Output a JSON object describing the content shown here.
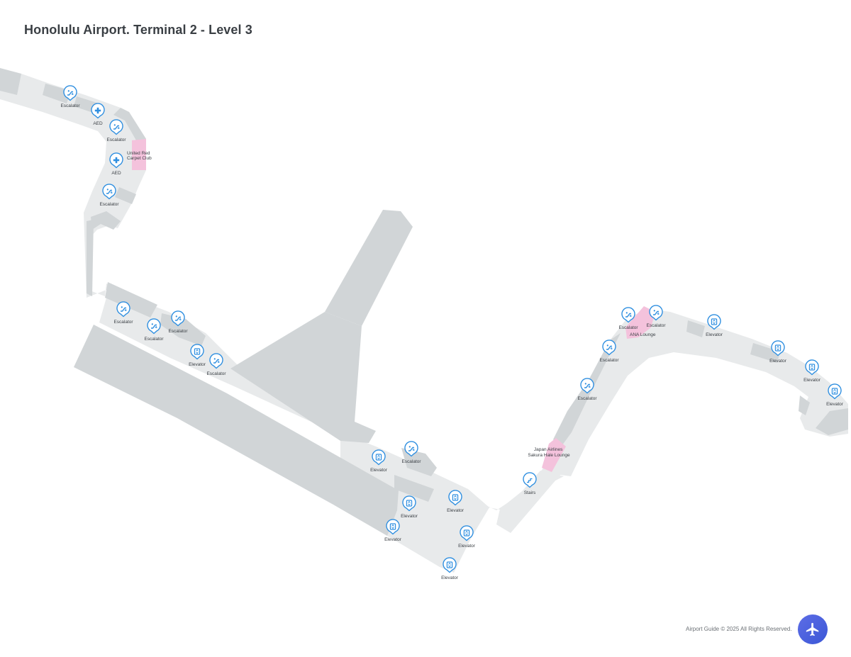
{
  "title": "Honolulu Airport. Terminal 2  - Level 3",
  "footer": {
    "copyright": "Airport Guide © 2025 All Rights Reserved."
  },
  "brand_icon": "airplane-icon",
  "colors": {
    "walkway": "#e8eaeb",
    "building": "#d1d5d7",
    "lounge": "#f4c2dc",
    "marker": "#2f8fe0",
    "brand": "#4a5fe0"
  },
  "lounges": [
    {
      "name": "United Red Carpet Club",
      "lines": [
        "United Red",
        "Carpet Club"
      ]
    },
    {
      "name": "ANA Lounge",
      "lines": [
        "ANA Lounge"
      ]
    },
    {
      "name": "Japan Airlines Sakura Hale Lounge",
      "lines": [
        "Japan Airlines",
        "Sakura Hale Lounge"
      ]
    }
  ],
  "pois": [
    {
      "type": "escalator",
      "icon": "escalator-icon",
      "label": "Escalator"
    },
    {
      "type": "aed",
      "icon": "aed-icon",
      "label": "AED"
    },
    {
      "type": "escalator",
      "icon": "escalator-icon",
      "label": "Escalator"
    },
    {
      "type": "aed",
      "icon": "aed-icon",
      "label": "AED"
    },
    {
      "type": "escalator",
      "icon": "escalator-icon",
      "label": "Escalator"
    },
    {
      "type": "escalator",
      "icon": "escalator-icon",
      "label": "Escalator"
    },
    {
      "type": "escalator",
      "icon": "escalator-icon",
      "label": "Escalator"
    },
    {
      "type": "escalator",
      "icon": "escalator-icon",
      "label": "Escalator"
    },
    {
      "type": "elevator",
      "icon": "elevator-icon",
      "label": "Elevator"
    },
    {
      "type": "escalator",
      "icon": "escalator-icon",
      "label": "Escalator"
    },
    {
      "type": "elevator",
      "icon": "elevator-icon",
      "label": "Elevator"
    },
    {
      "type": "escalator",
      "icon": "escalator-icon",
      "label": "Escalator"
    },
    {
      "type": "elevator",
      "icon": "elevator-icon",
      "label": "Elevator"
    },
    {
      "type": "elevator",
      "icon": "elevator-icon",
      "label": "Elevator"
    },
    {
      "type": "elevator",
      "icon": "elevator-icon",
      "label": "Elevator"
    },
    {
      "type": "elevator",
      "icon": "elevator-icon",
      "label": "Elevator"
    },
    {
      "type": "elevator",
      "icon": "elevator-icon",
      "label": "Elevator"
    },
    {
      "type": "stairs",
      "icon": "stairs-icon",
      "label": "Stairs"
    },
    {
      "type": "escalator",
      "icon": "escalator-icon",
      "label": "Escalator"
    },
    {
      "type": "escalator",
      "icon": "escalator-icon",
      "label": "Escalator"
    },
    {
      "type": "escalator",
      "icon": "escalator-icon",
      "label": "Escalator"
    },
    {
      "type": "escalator",
      "icon": "escalator-icon",
      "label": "Escalator"
    },
    {
      "type": "elevator",
      "icon": "elevator-icon",
      "label": "Elevator"
    },
    {
      "type": "elevator",
      "icon": "elevator-icon",
      "label": "Elevator"
    },
    {
      "type": "elevator",
      "icon": "elevator-icon",
      "label": "Elevator"
    },
    {
      "type": "elevator",
      "icon": "elevator-icon",
      "label": "Elevator"
    }
  ]
}
